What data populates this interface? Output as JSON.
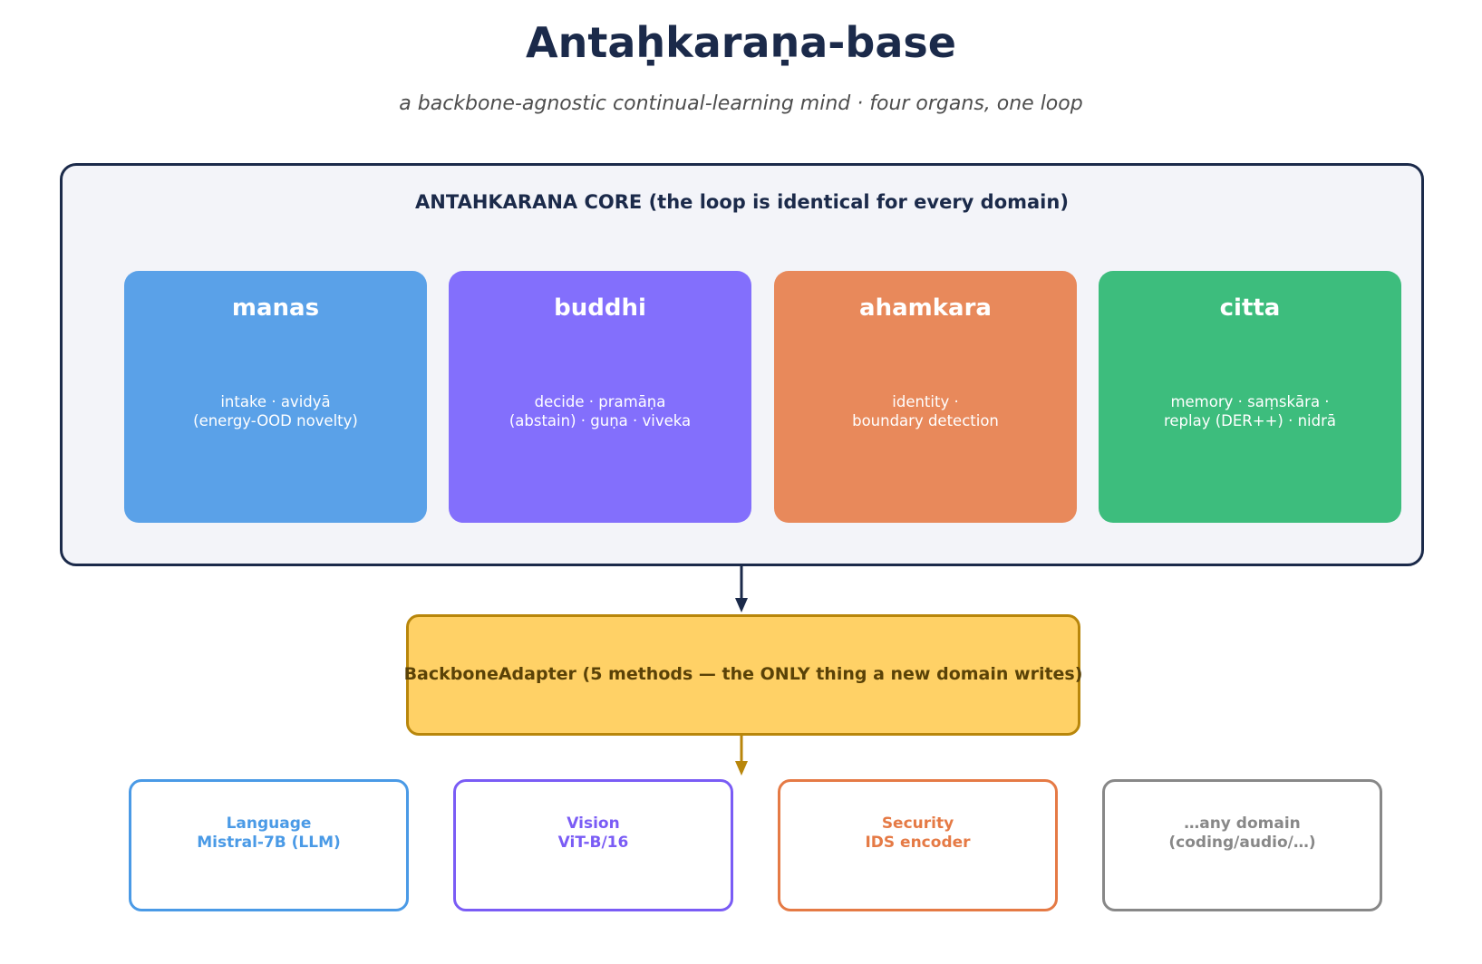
{
  "title": "Antaḥkaraṇa-base",
  "subtitle": "a backbone-agnostic continual-learning mind  ·  four organs, one loop",
  "core": {
    "title": "ANTAHKARANA CORE  (the loop is identical for every domain)",
    "organs": [
      {
        "name": "manas",
        "desc": "intake · avidyā\n(energy-OOD novelty)",
        "color": "#5aa1e8"
      },
      {
        "name": "buddhi",
        "desc": "decide · pramāṇa\n(abstain) · guṇa · viveka",
        "color": "#836ffc"
      },
      {
        "name": "ahamkara",
        "desc": "identity ·\nboundary detection",
        "color": "#e8895b"
      },
      {
        "name": "citta",
        "desc": "memory · saṃskāra ·\nreplay (DER++) · nidrā",
        "color": "#3dbd7d"
      }
    ]
  },
  "adapter": {
    "label": "BackboneAdapter   (5 methods — the ONLY thing a new domain writes)",
    "fill": "#ffd166",
    "border": "#b8860b"
  },
  "domains": [
    {
      "line1": "Language",
      "line2": "Mistral-7B (LLM)",
      "color": "#4a9ae6"
    },
    {
      "line1": "Vision",
      "line2": "ViT-B/16",
      "color": "#7a5cf5"
    },
    {
      "line1": "Security",
      "line2": "IDS encoder",
      "color": "#e57a45"
    },
    {
      "line1": "…any domain",
      "line2": "(coding/audio/…)",
      "color": "#888888"
    }
  ]
}
